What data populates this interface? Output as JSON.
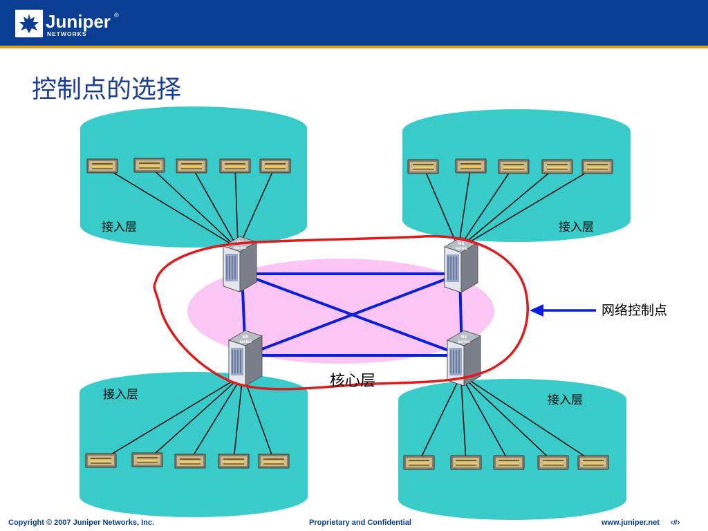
{
  "brand": {
    "name": "Juniper",
    "sub": "NETWORKS",
    "reg": "®",
    "header_color": "#0a3e93",
    "accent_color": "#e0a016"
  },
  "title": "控制点的选择",
  "access_labels": [
    "接入层",
    "接入层",
    "接入层",
    "接入层"
  ],
  "core_label": "核心层",
  "control_point_label": "网络控制点",
  "router_badge": [
    "MX",
    "series"
  ],
  "colors": {
    "access_region": "#38cbc9",
    "core_region": "#fbc6f3",
    "core_links": "#0a1fdd",
    "control_boundary": "#e0191b",
    "callout_arrow": "#0a1fdd"
  },
  "footer": {
    "copyright": "Copyright © 2007 Juniper Networks, Inc.",
    "confidential": "Proprietary and Confidential",
    "website": "www.juniper.net",
    "page": "‹#›"
  }
}
